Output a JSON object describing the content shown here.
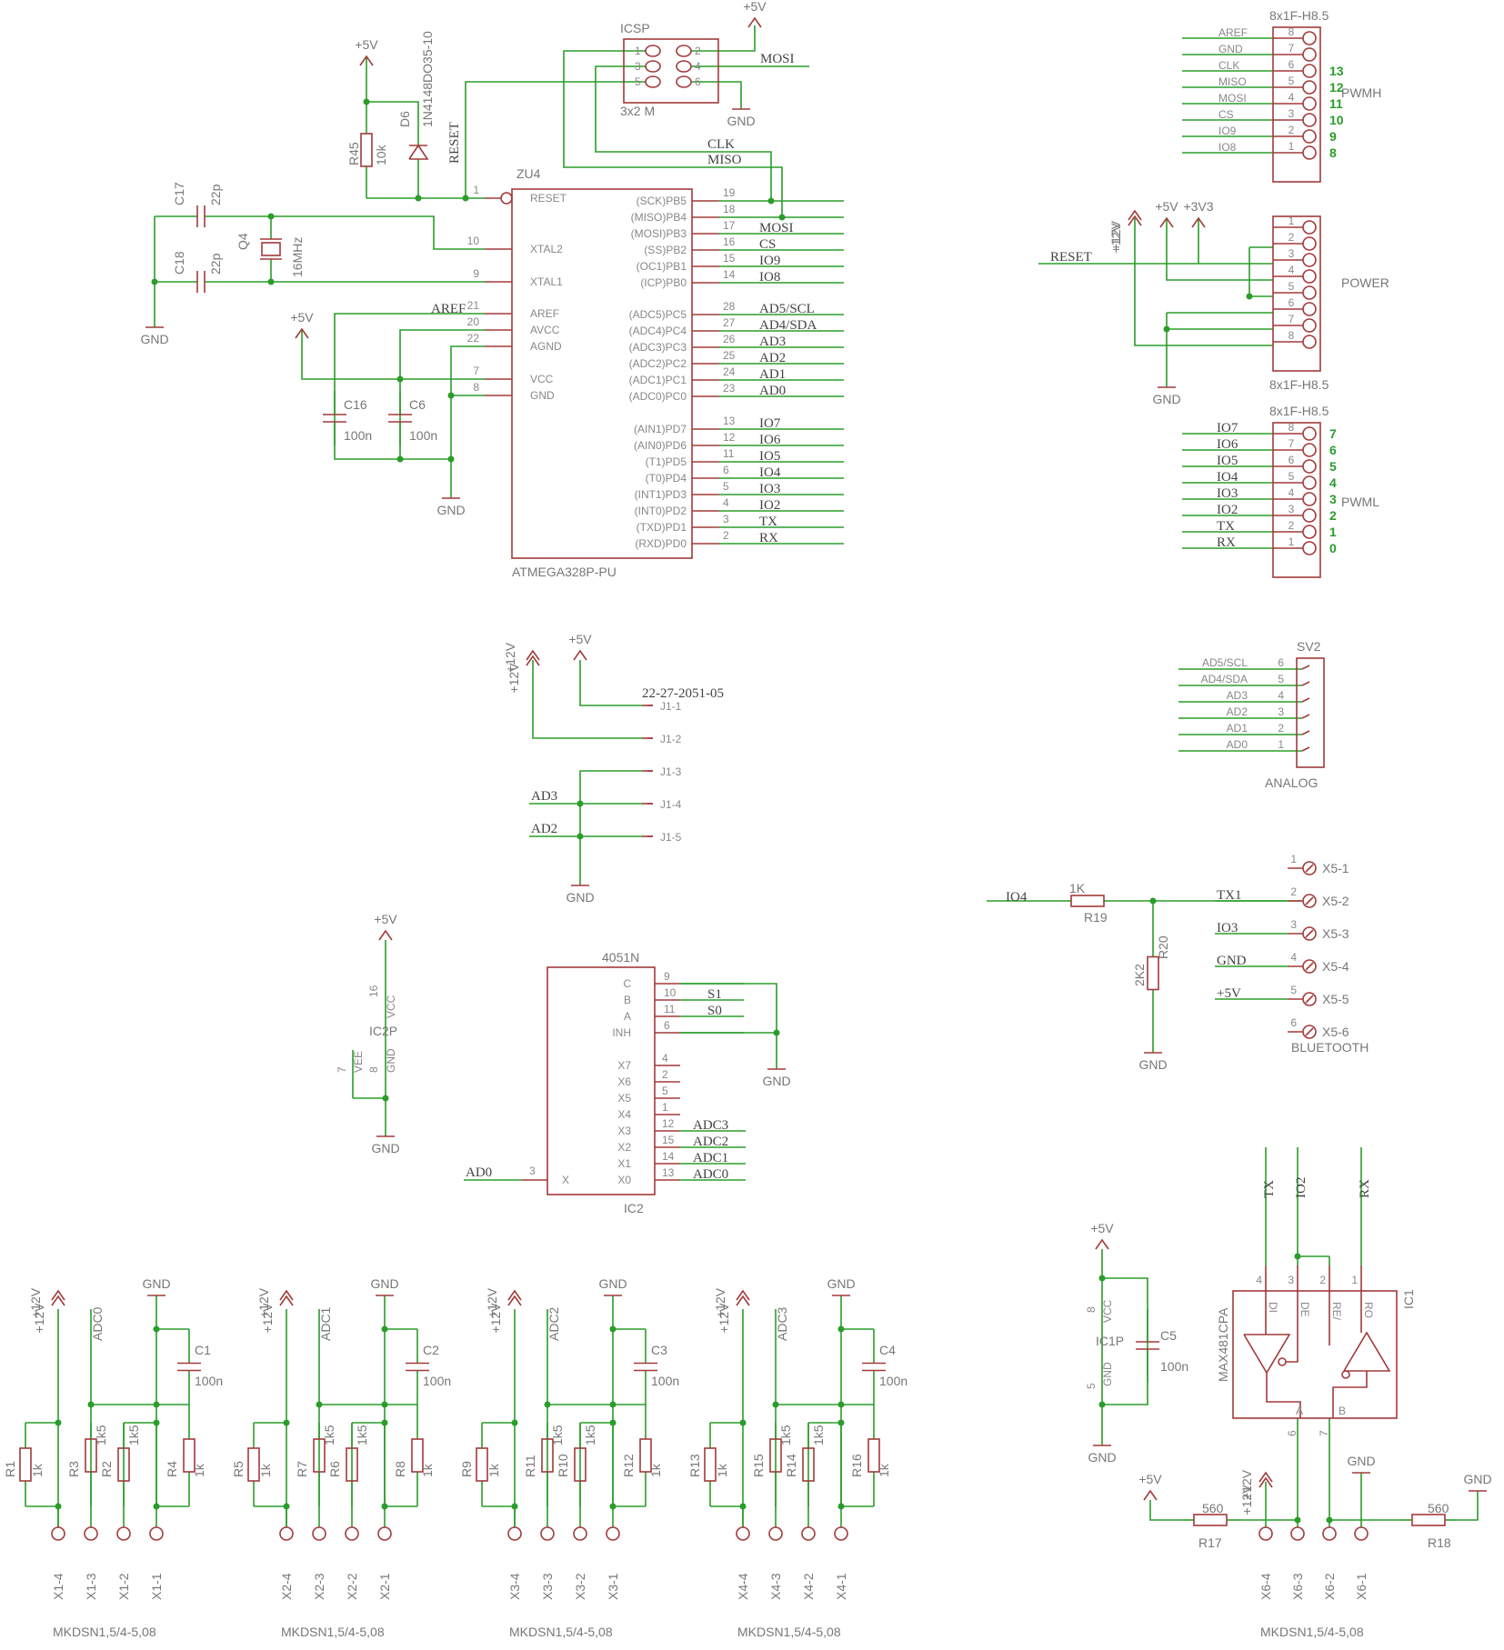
{
  "mcu": {
    "name": "ZU4",
    "value": "ATMEGA328P-PU",
    "left_pins": [
      {
        "num": "1",
        "label": "RESET"
      },
      {
        "num": "10",
        "label": "XTAL2"
      },
      {
        "num": "9",
        "label": "XTAL1"
      },
      {
        "num": "21",
        "label": "AREF"
      },
      {
        "num": "20",
        "label": "AVCC"
      },
      {
        "num": "22",
        "label": "AGND"
      },
      {
        "num": "7",
        "label": "VCC"
      },
      {
        "num": "8",
        "label": "GND"
      }
    ],
    "right_pins": [
      {
        "num": "19",
        "label": "(SCK)PB5",
        "net": ""
      },
      {
        "num": "18",
        "label": "(MISO)PB4",
        "net": ""
      },
      {
        "num": "17",
        "label": "(MOSI)PB3",
        "net": "MOSI"
      },
      {
        "num": "16",
        "label": "(SS)PB2",
        "net": "CS"
      },
      {
        "num": "15",
        "label": "(OC1)PB1",
        "net": "IO9"
      },
      {
        "num": "14",
        "label": "(ICP)PB0",
        "net": "IO8"
      },
      {
        "num": "28",
        "label": "(ADC5)PC5",
        "net": "AD5/SCL"
      },
      {
        "num": "27",
        "label": "(ADC4)PC4",
        "net": "AD4/SDA"
      },
      {
        "num": "26",
        "label": "(ADC3)PC3",
        "net": "AD3"
      },
      {
        "num": "25",
        "label": "(ADC2)PC2",
        "net": "AD2"
      },
      {
        "num": "24",
        "label": "(ADC1)PC1",
        "net": "AD1"
      },
      {
        "num": "23",
        "label": "(ADC0)PC0",
        "net": "AD0"
      },
      {
        "num": "13",
        "label": "(AIN1)PD7",
        "net": "IO7"
      },
      {
        "num": "12",
        "label": "(AIN0)PD6",
        "net": "IO6"
      },
      {
        "num": "11",
        "label": "(T1)PD5",
        "net": "IO5"
      },
      {
        "num": "6",
        "label": "(T0)PD4",
        "net": "IO4"
      },
      {
        "num": "5",
        "label": "(INT1)PD3",
        "net": "IO3"
      },
      {
        "num": "4",
        "label": "(INT0)PD2",
        "net": "IO2"
      },
      {
        "num": "3",
        "label": "(TXD)PD1",
        "net": "TX"
      },
      {
        "num": "2",
        "label": "(RXD)PD0",
        "net": "RX"
      }
    ]
  },
  "icsp": {
    "name": "ICSP",
    "value": "3x2 M",
    "pins": [
      "1",
      "2",
      "3",
      "4",
      "5",
      "6"
    ],
    "mosi": "MOSI",
    "gnd": "GND",
    "vcc": "+5V"
  },
  "reset_circuit": {
    "r_name": "R45",
    "r_value": "10k",
    "d_name": "D6",
    "d_value": "1N4148DO35-10",
    "net": "RESET",
    "supply": "+5V"
  },
  "crystal": {
    "c17": "C17",
    "c17v": "22p",
    "c18": "C18",
    "c18v": "22p",
    "q": "Q4",
    "qv": "16MHz",
    "gnd": "GND"
  },
  "decoupling": {
    "supply": "+5V",
    "aref": "AREF",
    "c16": "C16",
    "c16v": "100n",
    "c6": "C6",
    "c6v": "100n",
    "gnd": "GND"
  },
  "spi_nets": {
    "clk": "CLK",
    "miso": "MISO"
  },
  "pwmh": {
    "value": "8x1F-H8.5",
    "name": "PWMH",
    "pins": [
      {
        "num": "8",
        "label": "AREF",
        "d": ""
      },
      {
        "num": "7",
        "label": "GND",
        "d": ""
      },
      {
        "num": "6",
        "label": "CLK",
        "d": "13"
      },
      {
        "num": "5",
        "label": "MISO",
        "d": "12"
      },
      {
        "num": "4",
        "label": "MOSI",
        "d": "11"
      },
      {
        "num": "3",
        "label": "CS",
        "d": "10"
      },
      {
        "num": "2",
        "label": "IO9",
        "d": "9"
      },
      {
        "num": "1",
        "label": "IO8",
        "d": "8"
      }
    ]
  },
  "power": {
    "name": "POWER",
    "value": "8x1F-H8.5",
    "pins": [
      "1",
      "2",
      "3",
      "4",
      "5",
      "6",
      "7",
      "8"
    ],
    "reset": "RESET",
    "p12": "+12V",
    "p5": "+5V",
    "p33": "+3V3",
    "gnd": "GND"
  },
  "pwml": {
    "value": "8x1F-H8.5",
    "name": "PWML",
    "pins": [
      {
        "num": "8",
        "label": "IO7",
        "d": "7"
      },
      {
        "num": "7",
        "label": "IO6",
        "d": "6"
      },
      {
        "num": "6",
        "label": "IO5",
        "d": "5"
      },
      {
        "num": "5",
        "label": "IO4",
        "d": "4"
      },
      {
        "num": "4",
        "label": "IO3",
        "d": "3"
      },
      {
        "num": "3",
        "label": "IO2",
        "d": "2"
      },
      {
        "num": "2",
        "label": "TX",
        "d": "1"
      },
      {
        "num": "1",
        "label": "RX",
        "d": "0"
      }
    ]
  },
  "sv2": {
    "name": "SV2",
    "value": "ANALOG",
    "pins": [
      {
        "num": "6",
        "label": "AD5/SCL"
      },
      {
        "num": "5",
        "label": "AD4/SDA"
      },
      {
        "num": "4",
        "label": "AD3"
      },
      {
        "num": "3",
        "label": "AD2"
      },
      {
        "num": "2",
        "label": "AD1"
      },
      {
        "num": "1",
        "label": "AD0"
      }
    ]
  },
  "j1": {
    "value": "22-27-2051-05",
    "pins": [
      "J1-1",
      "J1-2",
      "J1-3",
      "J1-4",
      "J1-5"
    ],
    "p12": "+12V",
    "p5": "+5V",
    "ad3": "AD3",
    "ad2": "AD2",
    "gnd": "GND"
  },
  "bluetooth": {
    "name": "BLUETOOTH",
    "r19": "R19",
    "r19v": "1K",
    "r20": "R20",
    "r20v": "2K2",
    "io4": "IO4",
    "gnd": "GND",
    "pins": [
      {
        "num": "1",
        "label": "X5-1",
        "net": ""
      },
      {
        "num": "2",
        "label": "X5-2",
        "net": "TX1"
      },
      {
        "num": "3",
        "label": "X5-3",
        "net": "IO3"
      },
      {
        "num": "4",
        "label": "X5-4",
        "net": "GND"
      },
      {
        "num": "5",
        "label": "X5-5",
        "net": "+5V"
      },
      {
        "num": "6",
        "label": "X5-6",
        "net": ""
      }
    ]
  },
  "ic2p": {
    "name": "IC2P",
    "p5": "+5V",
    "vcc": "VCC",
    "vee": "VEE",
    "gnd_pin": "GND",
    "n16": "16",
    "n7": "7",
    "n8": "8",
    "gnd": "GND"
  },
  "mux": {
    "name": "IC2",
    "value": "4051N",
    "gnd": "GND",
    "ad0": "AD0",
    "x": "X",
    "xnum": "3",
    "ctrl": [
      {
        "num": "9",
        "label": "C",
        "net": ""
      },
      {
        "num": "10",
        "label": "B",
        "net": "S1"
      },
      {
        "num": "11",
        "label": "A",
        "net": "S0"
      },
      {
        "num": "6",
        "label": "INH",
        "net": ""
      }
    ],
    "inputs": [
      {
        "num": "4",
        "label": "X7",
        "net": ""
      },
      {
        "num": "2",
        "label": "X6",
        "net": ""
      },
      {
        "num": "5",
        "label": "X5",
        "net": ""
      },
      {
        "num": "1",
        "label": "X4",
        "net": ""
      },
      {
        "num": "12",
        "label": "X3",
        "net": "ADC3"
      },
      {
        "num": "15",
        "label": "X2",
        "net": "ADC2"
      },
      {
        "num": "14",
        "label": "X1",
        "net": "ADC1"
      },
      {
        "num": "13",
        "label": "X0",
        "net": "ADC0"
      }
    ]
  },
  "inputs": [
    {
      "adc": "ADC0",
      "c": "C1",
      "cv": "100n",
      "ra": "R1",
      "rav": "1k",
      "rb": "R3",
      "rc": "R2",
      "rcv": "1k5",
      "rbv": "1k5",
      "rd": "R4",
      "rdv": "1k",
      "x": [
        "X1-4",
        "X1-3",
        "X1-2",
        "X1-1"
      ],
      "part": "MKDSN1,5/4-5,08"
    },
    {
      "adc": "ADC1",
      "c": "C2",
      "cv": "100n",
      "ra": "R5",
      "rav": "1k",
      "rb": "R7",
      "rc": "R6",
      "rcv": "1k5",
      "rbv": "1k5",
      "rd": "R8",
      "rdv": "1k",
      "x": [
        "X2-4",
        "X2-3",
        "X2-2",
        "X2-1"
      ],
      "part": "MKDSN1,5/4-5,08"
    },
    {
      "adc": "ADC2",
      "c": "C3",
      "cv": "100n",
      "ra": "R9",
      "rav": "1k",
      "rb": "R11",
      "rc": "R10",
      "rcv": "1k5",
      "rbv": "1k5",
      "rd": "R12",
      "rdv": "1k",
      "x": [
        "X3-4",
        "X3-3",
        "X3-2",
        "X3-1"
      ],
      "part": "MKDSN1,5/4-5,08"
    },
    {
      "adc": "ADC3",
      "c": "C4",
      "cv": "100n",
      "ra": "R13",
      "rav": "1k",
      "rb": "R15",
      "rc": "R14",
      "rcv": "1k5",
      "rbv": "1k5",
      "rd": "R16",
      "rdv": "1k",
      "x": [
        "X4-4",
        "X4-3",
        "X4-2",
        "X4-1"
      ],
      "part": "MKDSN1,5/4-5,08"
    }
  ],
  "input_supply": {
    "p12": "+12V",
    "gnd": "GND"
  },
  "ic1p": {
    "name": "IC1P",
    "p5": "+5V",
    "c5": "C5",
    "c5v": "100n",
    "vcc": "VCC",
    "gnd_pin": "GND",
    "n8": "8",
    "n5": "5",
    "gnd": "GND"
  },
  "rs485": {
    "name": "IC1",
    "value": "MAX481CPA",
    "top_nets": [
      "TX",
      "IO2",
      "RX"
    ],
    "pins": [
      {
        "num": "4",
        "label": "DI"
      },
      {
        "num": "3",
        "label": "DE"
      },
      {
        "num": "2",
        "label": "RE/"
      },
      {
        "num": "1",
        "label": "RO"
      }
    ],
    "a": "A",
    "b": "B",
    "n6": "6",
    "n7": "7",
    "r17": "R17",
    "r17v": "560",
    "r18": "R18",
    "r18v": "560",
    "p5": "+5V",
    "p12": "+12V",
    "gnd": "GND",
    "gnd2": "GND",
    "x": [
      "X6-4",
      "X6-3",
      "X6-2",
      "X6-1"
    ],
    "part": "MKDSN1,5/4-5,08"
  }
}
